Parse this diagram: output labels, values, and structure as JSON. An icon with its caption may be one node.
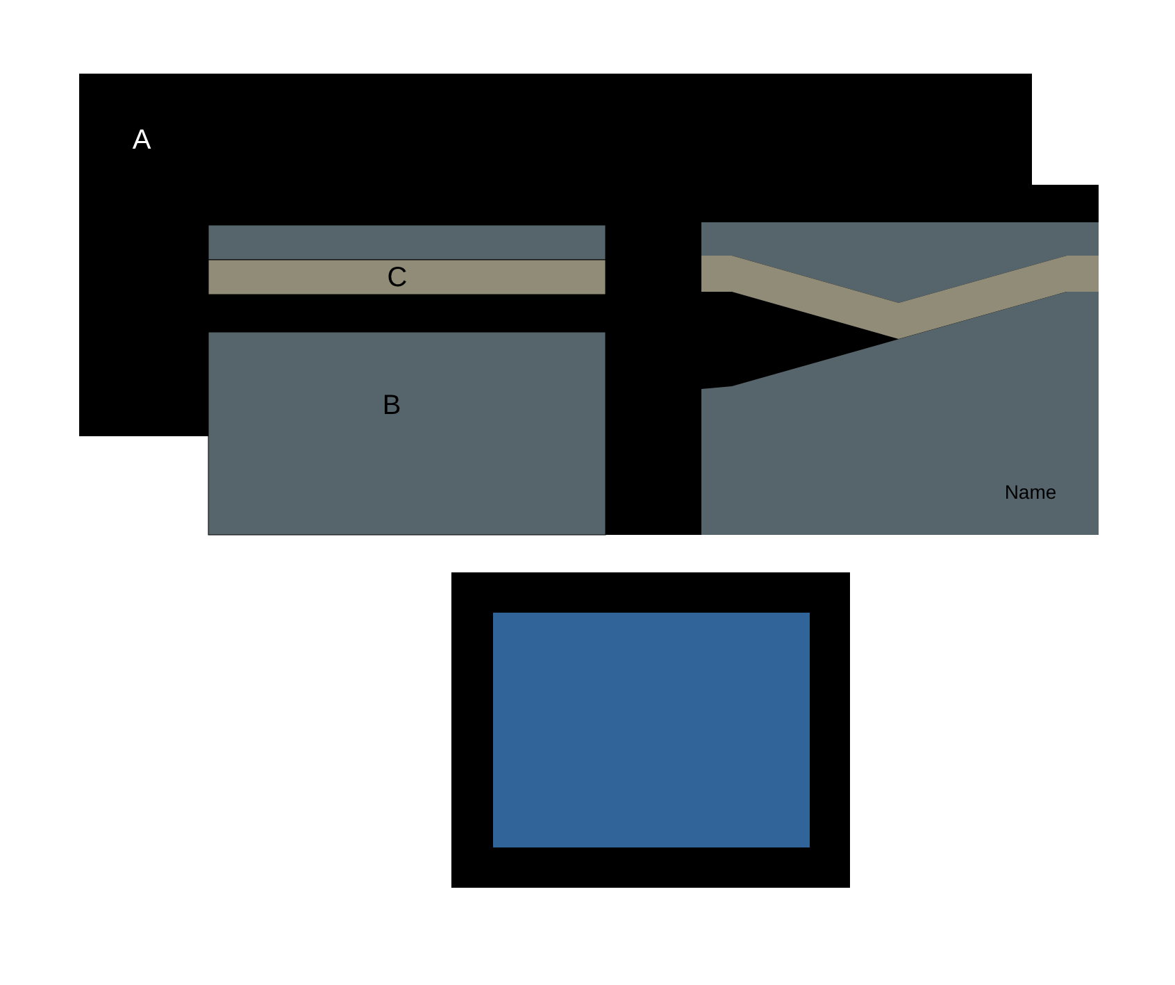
{
  "diagram": {
    "labels": [
      "A",
      "C",
      "B",
      "Name"
    ]
  }
}
